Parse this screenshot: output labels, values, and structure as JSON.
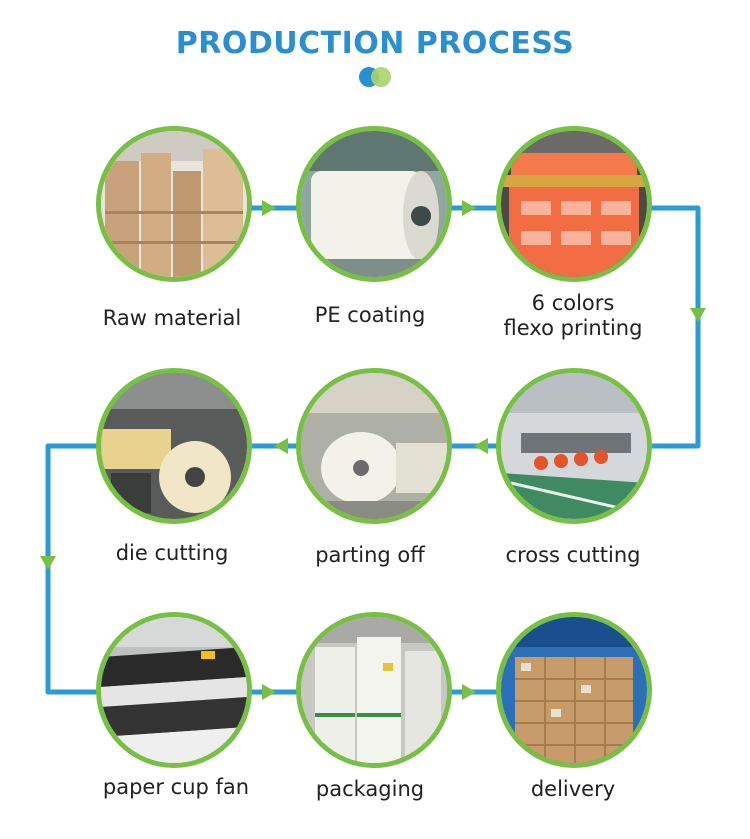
{
  "header": {
    "title": "PRODUCTION PROCESS"
  },
  "colors": {
    "title_blue": "#2a8fd0",
    "accent_green": "#77c043",
    "flow_line": "#2a9ad8"
  },
  "steps": [
    {
      "label": "Raw material",
      "image": "stacked paper rolls"
    },
    {
      "label": "PE coating",
      "image": "coating machine roll"
    },
    {
      "label_lines": [
        "6 colors",
        "flexo printing"
      ],
      "image": "printing press orange sheets"
    },
    {
      "label": "cross cutting",
      "image": "cutting machine"
    },
    {
      "label": "parting off",
      "image": "slitting machine white rolls"
    },
    {
      "label": "die cutting",
      "image": "die cutting machine"
    },
    {
      "label": "paper cup fan",
      "image": "printed cup fans"
    },
    {
      "label": "packaging",
      "image": "packed pallets"
    },
    {
      "label": "delivery",
      "image": "boxes in container"
    }
  ]
}
